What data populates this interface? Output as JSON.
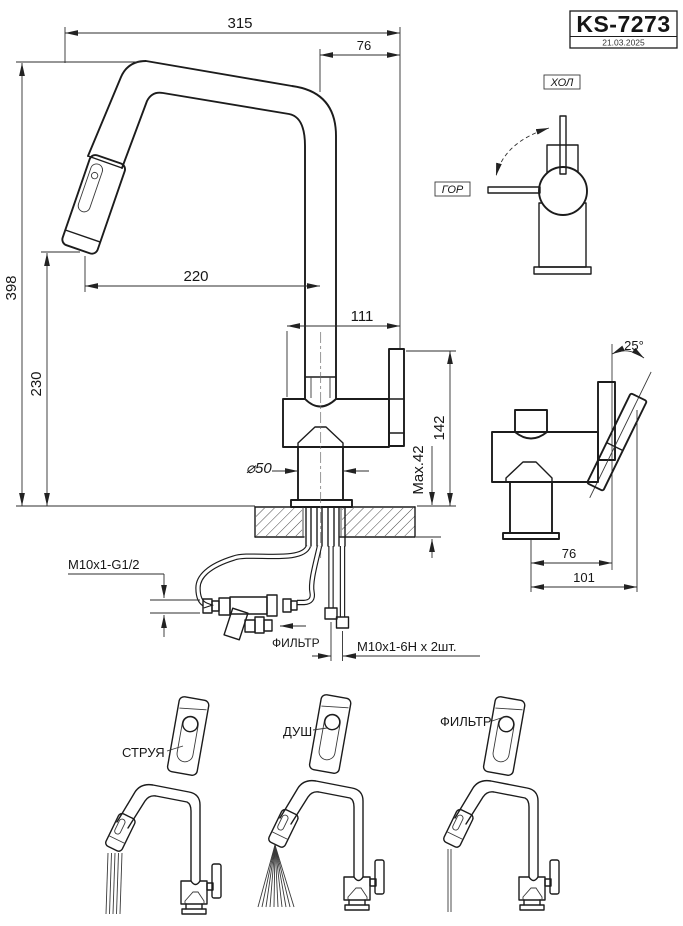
{
  "title_block": {
    "model": "KS-7273",
    "date": "21.03.2025"
  },
  "main_view": {
    "dim_total_width": "315",
    "dim_spout_offset": "76",
    "dim_total_height": "398",
    "dim_spout_height": "230",
    "dim_reach": "220",
    "dim_handle_width": "111",
    "dim_handle_height": "142",
    "dim_base_diameter": "⌀50",
    "dim_counter_thickness": "Max.42",
    "label_inlet_thread": "М10x1-G1/2",
    "label_filter_port": "ФИЛЬТР",
    "label_stud_thread": "М10x1-6Н х 2шт."
  },
  "top_view": {
    "label_cold": "ХОЛ",
    "label_hot": "ГОР"
  },
  "side_view": {
    "dim_handle_angle": "25°",
    "dim_handle_proj": "76",
    "dim_handle_total": "101"
  },
  "spray_modes": {
    "jet": "СТРУЯ",
    "shower": "ДУШ",
    "filter": "ФИЛЬТР"
  },
  "colors": {
    "line": "#1c1c1c",
    "dimension": "#2e2e2e",
    "background": "#ffffff"
  }
}
